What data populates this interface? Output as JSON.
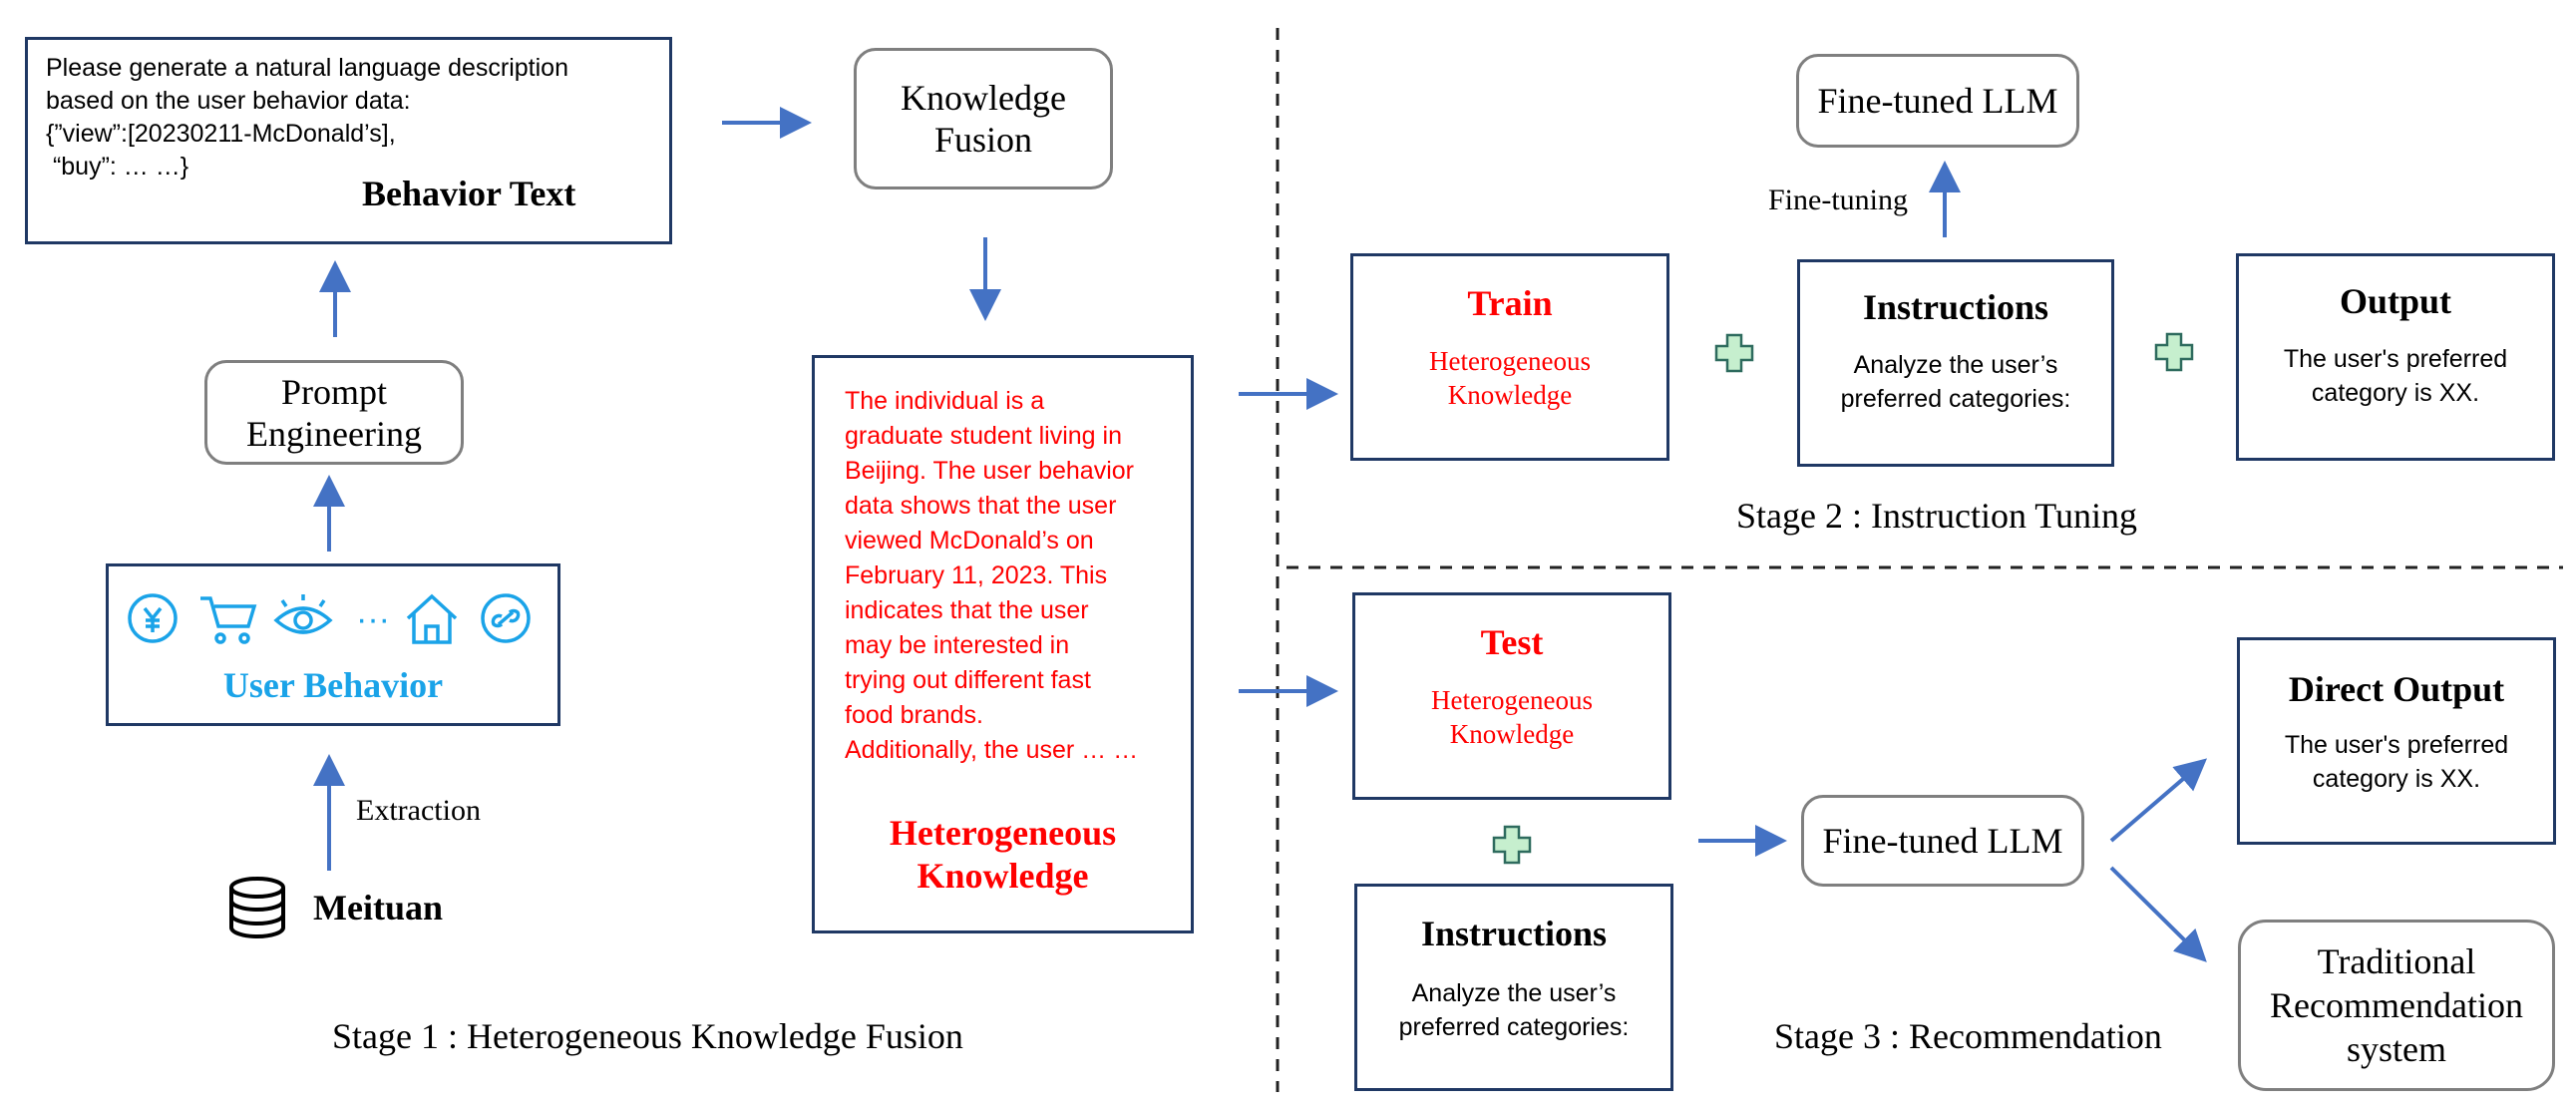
{
  "stage1": {
    "behavior_text": {
      "prompt_lines": [
        "Please generate a natural language description",
        "based on the user behavior data:",
        "{”view”:[20230211-McDonald’s],",
        " “buy”: … …}"
      ],
      "title": "Behavior Text"
    },
    "prompt_engineering": {
      "line1": "Prompt",
      "line2": "Engineering"
    },
    "user_behavior": {
      "title": "User Behavior",
      "icons": [
        "yuan-coin-icon",
        "shopping-cart-icon",
        "eye-icon",
        "ellipsis",
        "home-icon",
        "link-icon"
      ],
      "ellipsis": "···"
    },
    "extraction_label": "Extraction",
    "source_label": "Meituan",
    "knowledge_fusion": {
      "line1": "Knowledge",
      "line2": "Fusion"
    },
    "heterogeneous_box": {
      "text_lines": [
        "The individual is a",
        "graduate student living in",
        "Beijing. The user behavior",
        "data shows that the user",
        "viewed McDonald’s on",
        "February 11, 2023. This",
        "indicates that the user",
        "may be interested in",
        "trying out different fast",
        "food brands.",
        "Additionally, the user … …"
      ],
      "title_line1": "Heterogeneous",
      "title_line2": "Knowledge"
    },
    "caption": "Stage 1 : Heterogeneous Knowledge Fusion"
  },
  "stage2": {
    "finetuned_llm": "Fine-tuned LLM",
    "finetuning_label": "Fine-tuning",
    "train": {
      "title": "Train",
      "sub_line1": "Heterogeneous",
      "sub_line2": "Knowledge"
    },
    "instructions": {
      "title": "Instructions",
      "line1": "Analyze the user’s",
      "line2": "preferred categories:"
    },
    "output": {
      "title": "Output",
      "line1": "The user's preferred",
      "line2": "category is XX."
    },
    "caption": "Stage 2 : Instruction Tuning"
  },
  "stage3": {
    "test": {
      "title": "Test",
      "sub_line1": "Heterogeneous",
      "sub_line2": "Knowledge"
    },
    "instructions": {
      "title": "Instructions",
      "line1": "Analyze the user’s",
      "line2": "preferred categories:"
    },
    "finetuned_llm": "Fine-tuned LLM",
    "direct_output": {
      "title": "Direct Output",
      "line1": "The user's preferred",
      "line2": "category is XX."
    },
    "traditional": {
      "line1": "Traditional",
      "line2": "Recommendation",
      "line3": "system"
    },
    "caption": "Stage 3 : Recommendation"
  },
  "colors": {
    "navy": "#1f3864",
    "arrow": "#4472c4",
    "red": "#ff0000",
    "icon_blue": "#1aa3e8",
    "plus_fill": "#c6efce",
    "plus_stroke": "#2e6b5e"
  }
}
